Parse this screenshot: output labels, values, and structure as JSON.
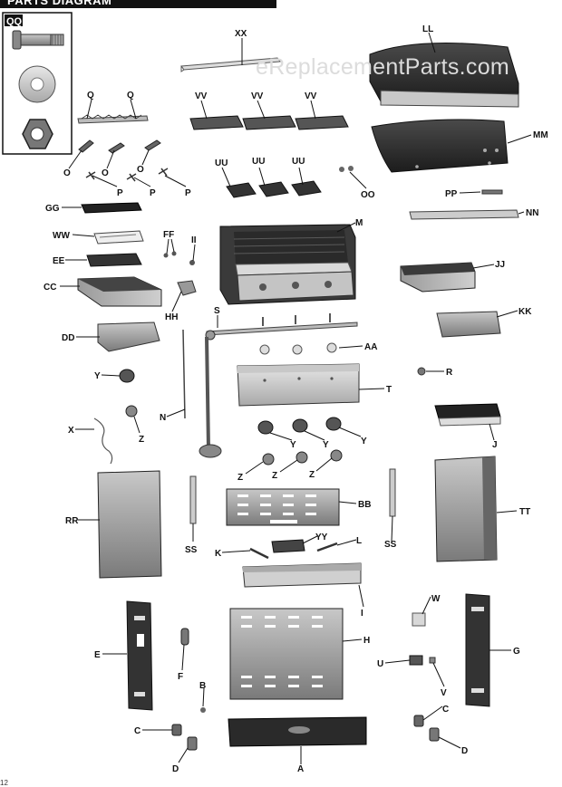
{
  "header": {
    "title": "PARTS DIAGRAM"
  },
  "watermark": "eReplacementParts.com",
  "page_number": "12",
  "inset": {
    "label": "QQ"
  },
  "labels": {
    "XX": "XX",
    "LL": "LL",
    "Q1": "Q",
    "Q2": "Q",
    "VV1": "VV",
    "VV2": "VV",
    "VV3": "VV",
    "MM": "MM",
    "O1": "O",
    "O2": "O",
    "O3": "O",
    "P1": "P",
    "P2": "P",
    "P3": "P",
    "UU1": "UU",
    "UU2": "UU",
    "UU3": "UU",
    "OO": "OO",
    "GG": "GG",
    "PP": "PP",
    "NN": "NN",
    "WW": "WW",
    "FF": "FF",
    "II": "II",
    "M": "M",
    "EE": "EE",
    "JJ": "JJ",
    "CC": "CC",
    "HH": "HH",
    "KK": "KK",
    "S": "S",
    "DD": "DD",
    "AA": "AA",
    "Y1": "Y",
    "R": "R",
    "T": "T",
    "N": "N",
    "Z1": "Z",
    "X": "X",
    "J": "J",
    "Y2": "Y",
    "Y3": "Y",
    "Y4": "Y",
    "Z2": "Z",
    "Z3": "Z",
    "Z4": "Z",
    "BB": "BB",
    "RR": "RR",
    "TT": "TT",
    "SS1": "SS",
    "SS2": "SS",
    "YY": "YY",
    "K": "K",
    "L": "L",
    "I": "I",
    "W": "W",
    "E": "E",
    "H": "H",
    "G": "G",
    "F": "F",
    "U": "U",
    "V": "V",
    "B": "B",
    "C1": "C",
    "C2": "C",
    "D1": "D",
    "D2": "D",
    "A": "A"
  }
}
